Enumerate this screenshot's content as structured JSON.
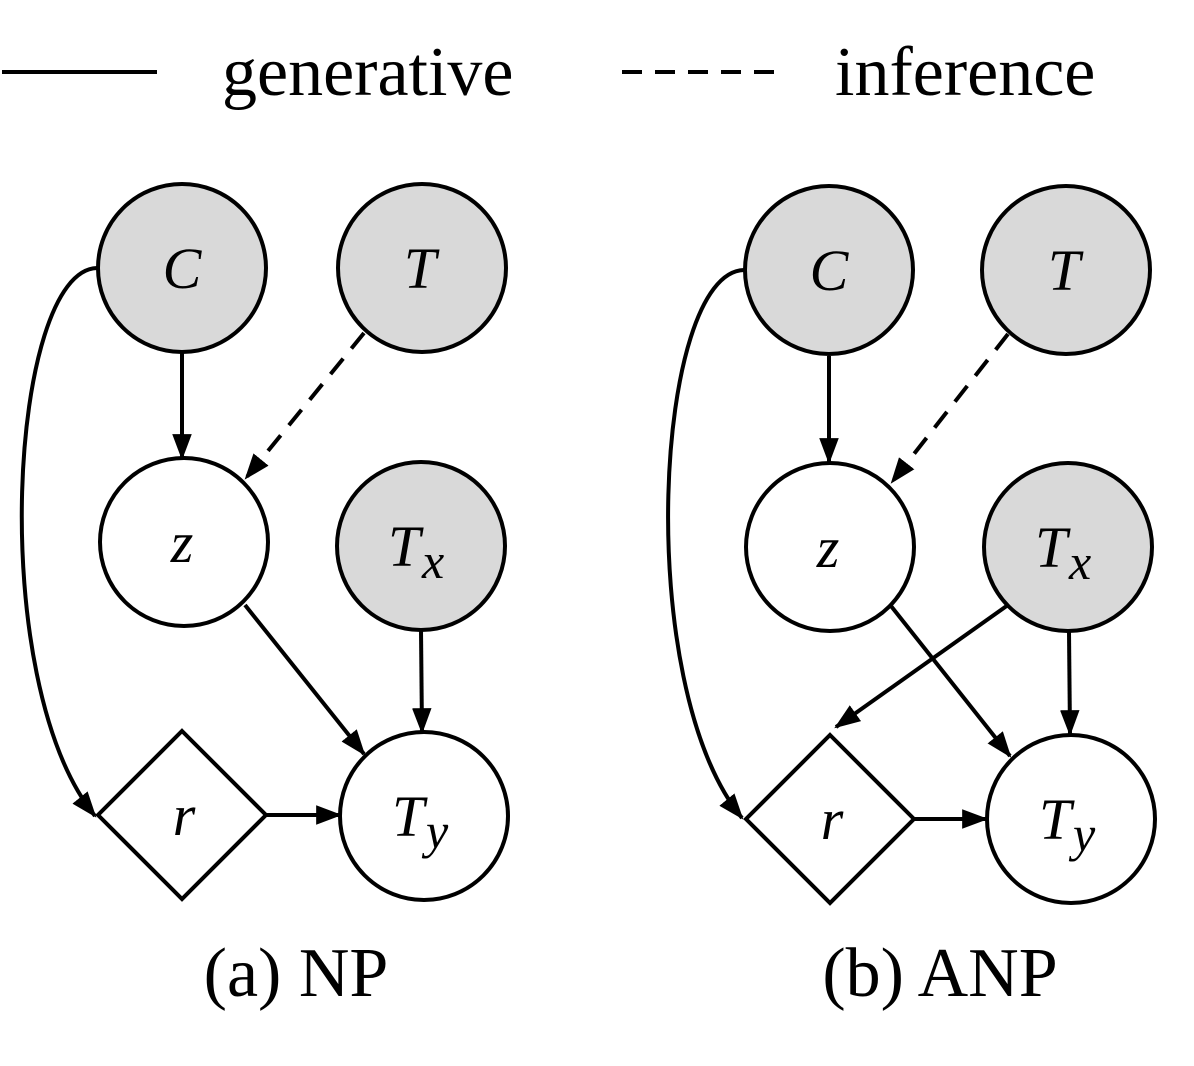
{
  "legend": {
    "generative_label": "generative",
    "inference_label": "inference"
  },
  "panels": [
    {
      "caption": "(a) NP",
      "nodes": {
        "C": "C",
        "T": "T",
        "z": "z",
        "Tx_main": "T",
        "Tx_sub": "x",
        "r": "r",
        "Ty_main": "T",
        "Ty_sub": "y"
      }
    },
    {
      "caption": "(b) ANP",
      "nodes": {
        "C": "C",
        "T": "T",
        "z": "z",
        "Tx_main": "T",
        "Tx_sub": "x",
        "r": "r",
        "Ty_main": "T",
        "Ty_sub": "y"
      }
    }
  ],
  "colors": {
    "observed_fill": "#d9d9d9",
    "latent_fill": "#ffffff",
    "stroke": "#000000"
  }
}
